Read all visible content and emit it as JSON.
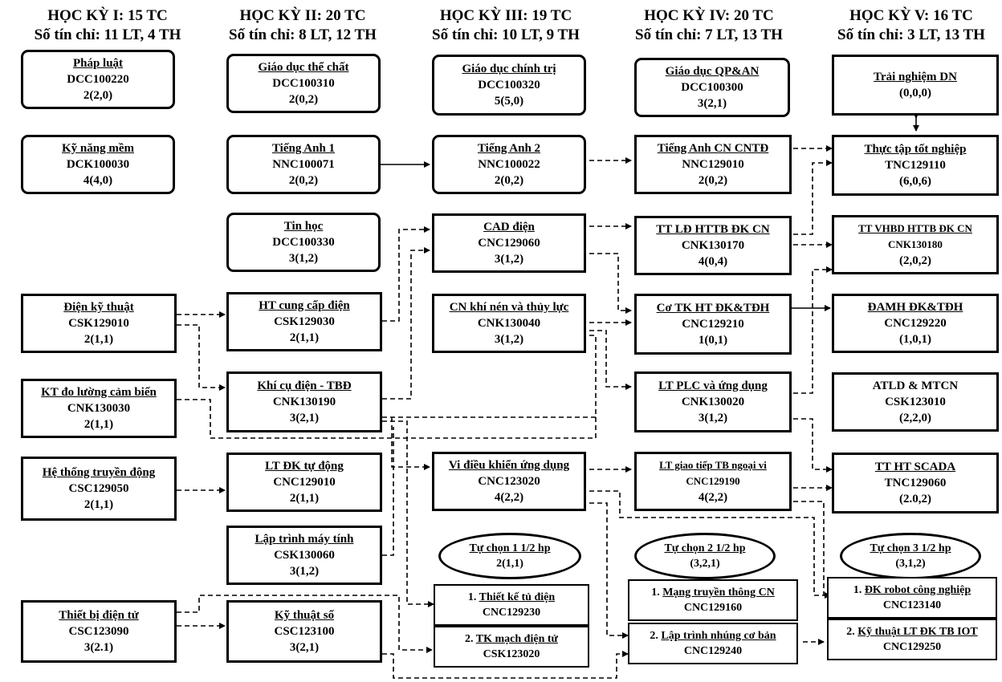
{
  "semesters": [
    {
      "title": "HỌC KỲ I: 15 TC",
      "credits": "Số tín chỉ: 11 LT, 4 TH"
    },
    {
      "title": "HỌC KỲ II: 20 TC",
      "credits": "Số tín chỉ: 8 LT, 12 TH"
    },
    {
      "title": "HỌC KỲ III: 19 TC",
      "credits": "Số tín chỉ: 10 LT, 9 TH"
    },
    {
      "title": "HỌC KỲ IV: 20 TC",
      "credits": "Số tín chỉ: 7 LT, 13 TH"
    },
    {
      "title": "HỌC KỲ V: 16 TC",
      "credits": "Số tín chỉ: 3 LT, 13 TH"
    }
  ],
  "courses": {
    "phap_luat": {
      "name": "Pháp luật",
      "code": "DCC100220",
      "credit": "2(2,0)"
    },
    "ky_nang_mem": {
      "name": "Kỹ năng mềm",
      "code": "DCK100030",
      "credit": "4(4,0)"
    },
    "dien_ky_thuat": {
      "name": "Điện kỹ thuật",
      "code": "CSK129010",
      "credit": "2(1,1)"
    },
    "kt_do_luong": {
      "name": "KT đo lường cảm biến",
      "code": "CNK130030",
      "credit": "2(1,1)"
    },
    "he_thong_truyen_dong": {
      "name": "Hệ thống truyền động",
      "code": "CSC129050",
      "credit": "2(1,1)"
    },
    "thiet_bi_dien_tu": {
      "name": "Thiết bị điện tử",
      "code": "CSC123090",
      "credit": "3(2.1)"
    },
    "giao_duc_the_chat": {
      "name": "Giáo dục thể chất",
      "code": "DCC100310",
      "credit": "2(0,2)"
    },
    "tieng_anh_1": {
      "name": "Tiếng Anh 1",
      "code": "NNC100071",
      "credit": "2(0,2)"
    },
    "tin_hoc": {
      "name": "Tin học",
      "code": "DCC100330",
      "credit": "3(1,2)"
    },
    "ht_cung_cap_dien": {
      "name": "HT cung cấp điện",
      "code": "CSK129030",
      "credit": "2(1,1)"
    },
    "khi_cu_dien": {
      "name": "Khí cụ điện - TBĐ",
      "code": "CNK130190",
      "credit": "3(2,1)"
    },
    "lt_dk_tu_dong": {
      "name": "LT ĐK tự động",
      "code": "CNC129010",
      "credit": "2(1,1)"
    },
    "lap_trinh_may_tinh": {
      "name": "Lập trình máy tính",
      "code": "CSK130060",
      "credit": "3(1,2)"
    },
    "ky_thuat_so": {
      "name": "Kỹ thuật số",
      "code": "CSC123100",
      "credit": "3(2,1)"
    },
    "giao_duc_chinh_tri": {
      "name": "Giáo dục chính trị",
      "code": "DCC100320",
      "credit": "5(5,0)"
    },
    "tieng_anh_2": {
      "name": "Tiếng Anh 2",
      "code": "NNC100022",
      "credit": "2(0,2)"
    },
    "cad_dien": {
      "name": "CAD điện",
      "code": "CNC129060",
      "credit": "3(1,2)"
    },
    "cn_khi_nen": {
      "name": "CN khí nén và thủy lực",
      "code": "CNK130040",
      "credit": "3(1,2)"
    },
    "vi_dieu_khien": {
      "name": "Vi điều khiển ứng dụng",
      "code": "CNC123020",
      "credit": "4(2,2)"
    },
    "giao_duc_qpan": {
      "name": "Giáo dục QP&AN",
      "code": "DCC100300",
      "credit": "3(2,1)"
    },
    "tieng_anh_cn": {
      "name": "Tiếng Anh CN CNTĐ",
      "code": "NNC129010",
      "credit": "2(0,2)"
    },
    "tt_ld_httb": {
      "name": "TT LĐ HTTB ĐK CN",
      "code": "CNK130170",
      "credit": "4(0,4)"
    },
    "co_tk_ht": {
      "name": "Cơ TK HT ĐK&TĐH",
      "code": "CNC129210",
      "credit": "1(0,1)"
    },
    "lt_plc": {
      "name": "LT PLC và ứng dụng",
      "code": "CNK130020",
      "credit": "3(1,2)"
    },
    "lt_giao_tiep": {
      "name": "LT giao tiếp TB ngoại vi",
      "code": "CNC129190",
      "credit": "4(2,2)"
    },
    "trai_nghiem_dn": {
      "name": "Trải nghiệm DN",
      "credit": "(0,0,0)"
    },
    "thuc_tap_tn": {
      "name": "Thực tập tốt nghiệp",
      "code": "TNC129110",
      "credit": "(6,0,6)"
    },
    "tt_vhbd": {
      "name": "TT VHBD HTTB ĐK CN",
      "code": "CNK130180",
      "credit": "(2,0,2)"
    },
    "damh": {
      "name": "ĐAMH ĐK&TĐH",
      "code": "CNC129220",
      "credit": "(1,0,1)"
    },
    "atld": {
      "name": "ATLD & MTCN",
      "code": "CSK123010",
      "credit": "(2,2,0)"
    },
    "tt_ht_scada": {
      "name": "TT HT SCADA",
      "code": "TNC129060",
      "credit": "(2.0,2)"
    }
  },
  "electives": {
    "e1": {
      "label": "Tự chọn 1 1/2 hp",
      "credit": "2(1,1)",
      "options": [
        {
          "num": "1.",
          "name": "Thiết kế tủ điện",
          "code": "CNC129230"
        },
        {
          "num": "2.",
          "name": "TK mạch điện tử",
          "code": "CSK123020"
        }
      ]
    },
    "e2": {
      "label": "Tự chọn 2 1/2 hp",
      "credit": "(3,2,1)",
      "options": [
        {
          "num": "1.",
          "name": "Mạng truyền thông CN",
          "code": "CNC129160"
        },
        {
          "num": "2.",
          "name": "Lập trình nhúng cơ bản",
          "code": "CNC129240"
        }
      ]
    },
    "e3": {
      "label": "Tự chọn 3 1/2 hp",
      "credit": "(3,1,2)",
      "options": [
        {
          "num": "1.",
          "name": "ĐK robot công nghiệp",
          "code": "CNC123140"
        },
        {
          "num": "2.",
          "name": "Kỹ thuật LT ĐK TB IOT",
          "code": "CNC129250"
        }
      ]
    }
  }
}
